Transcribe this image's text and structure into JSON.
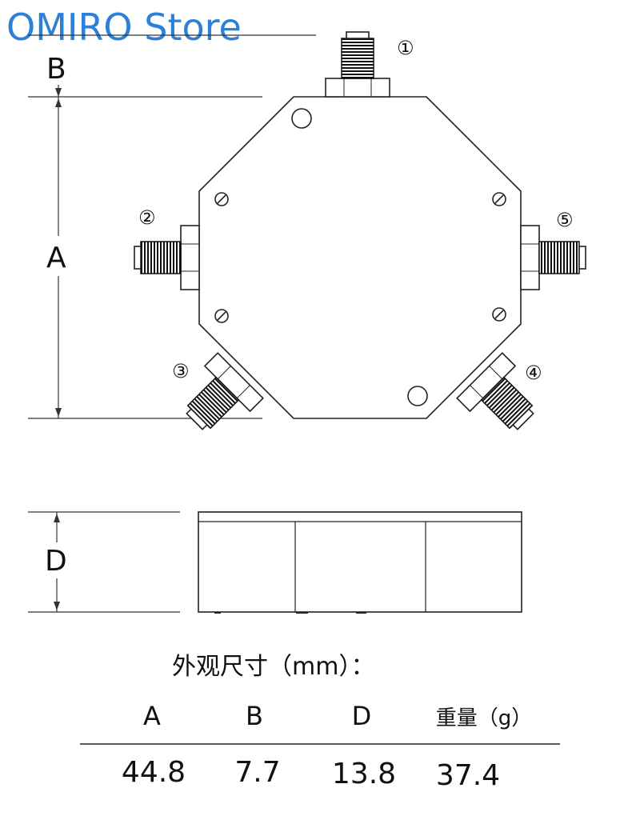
{
  "watermark": "OMIRO Store",
  "dimension_labels": {
    "a": "A",
    "b": "B",
    "d": "D"
  },
  "ports": [
    "①",
    "②",
    "③",
    "④",
    "⑤"
  ],
  "table": {
    "title": "外观尺寸（mm）：",
    "headers": [
      "A",
      "B",
      "D",
      "重量（g）"
    ],
    "values": [
      "44.8",
      "7.7",
      "13.8",
      "37.4"
    ]
  },
  "colors": {
    "watermark": "#2e7fd6",
    "line": "#222222"
  }
}
